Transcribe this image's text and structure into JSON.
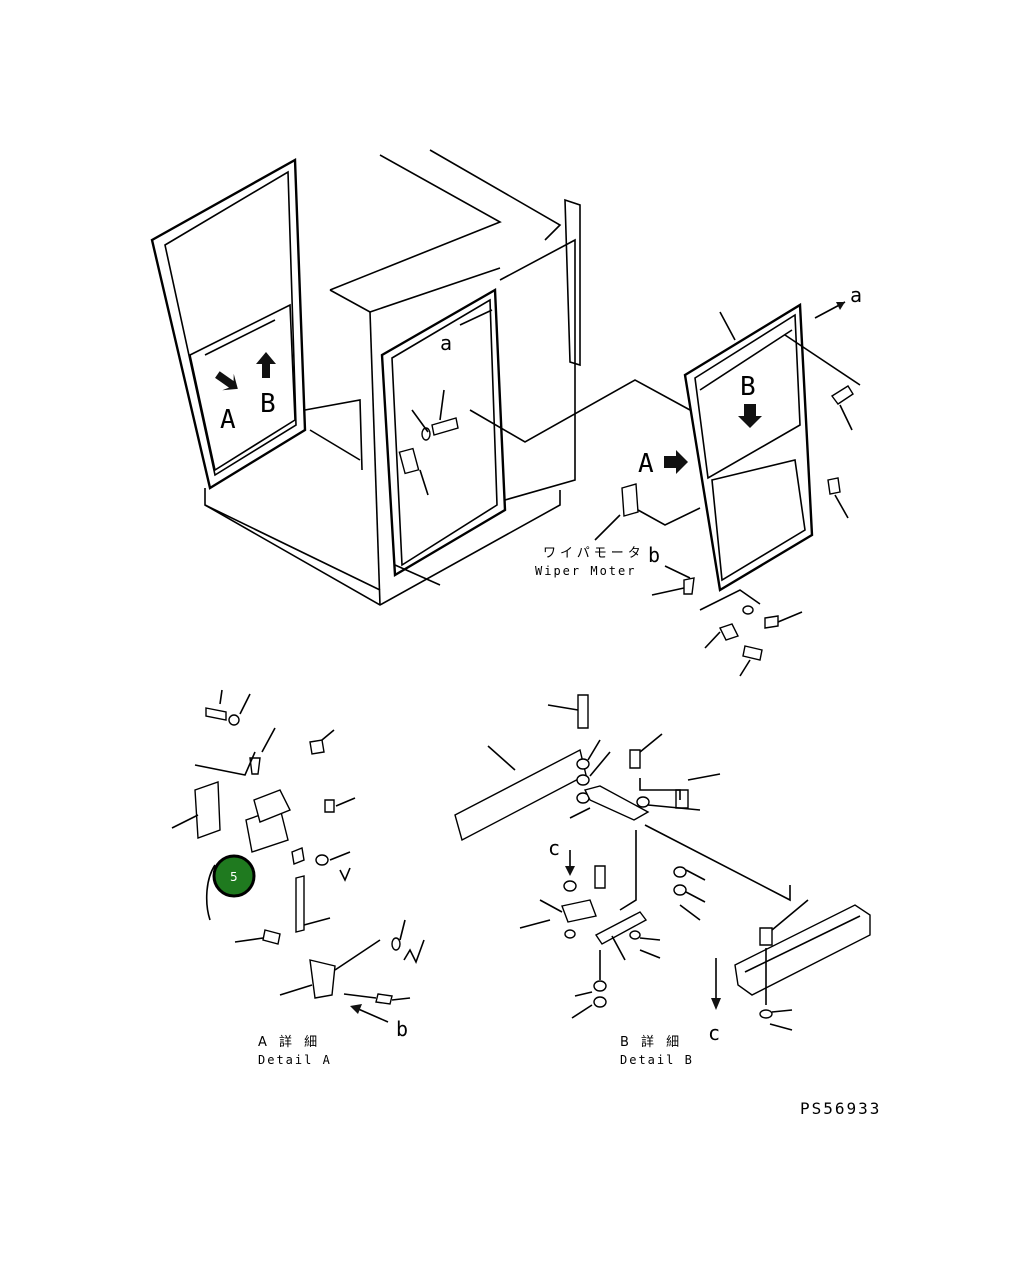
{
  "labels": {
    "overview_a_cab": "A",
    "overview_b_cab": "B",
    "overview_a_small": "a",
    "door_a_top": "a",
    "door_a_big": "A",
    "door_b_big": "B",
    "door_b_small": "b",
    "wiper_motor_jp": "ワイパモータ",
    "wiper_motor_en": "Wiper Moter",
    "detail_a_b": "b",
    "detail_a_jp": "A 詳 細",
    "detail_a_en": "Detail A",
    "detail_b_c_upper": "c",
    "detail_b_c_lower": "c",
    "detail_b_jp": "B 詳 細",
    "detail_b_en": "Detail B",
    "drawing_code": "PS56933"
  },
  "callout": {
    "number": "5",
    "color": "#1f7a1f"
  }
}
